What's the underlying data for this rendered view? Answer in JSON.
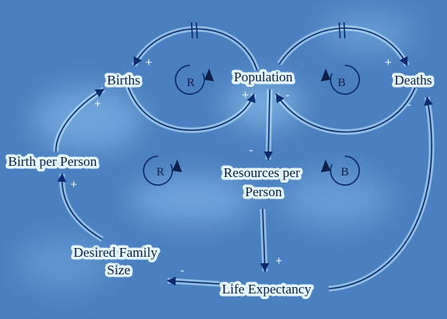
{
  "diagram": {
    "nodes": {
      "births": "Births",
      "population": "Population",
      "deaths": "Deaths",
      "birth_per_person": "Birth per Person",
      "resources_per_person_line1": "Resources per",
      "resources_per_person_line2": "Person",
      "desired_family_size_line1": "Desired Family",
      "desired_family_size_line2": "Size",
      "life_expectancy": "Life Expectancy"
    },
    "loops": {
      "births_population": "R",
      "population_deaths": "B",
      "lower_left": "R",
      "lower_right": "B"
    },
    "polarities": {
      "to_births": "+",
      "to_population_from_births": "+",
      "to_population_from_deaths": "-",
      "to_deaths": "+",
      "from_deaths_down": "-",
      "to_resources": "-",
      "resources_to_life": "+",
      "life_to_desired": "-",
      "desired_to_birthpp": "+",
      "birthpp_to_births": "+"
    },
    "colors": {
      "background": "#4a7fc0",
      "link": "#0d2a6e",
      "glow": "#e4f6ff"
    }
  }
}
